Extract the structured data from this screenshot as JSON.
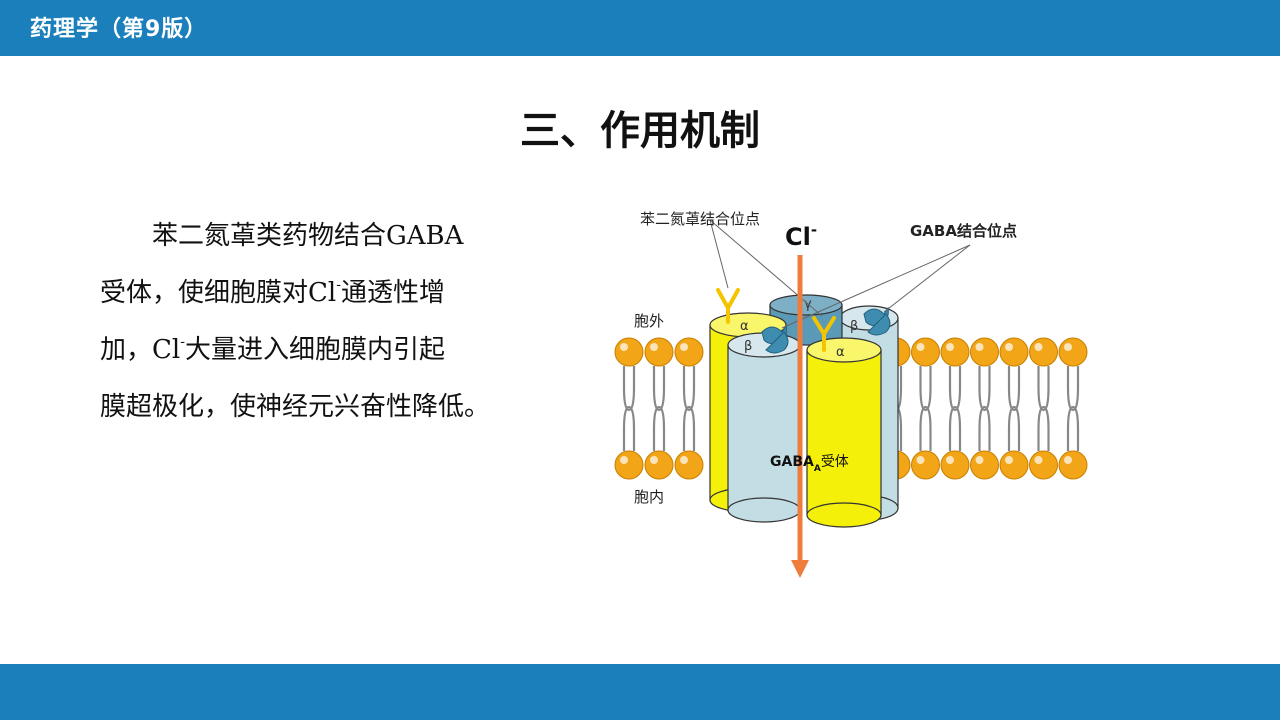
{
  "header": {
    "book_title": "药理学（第9版）"
  },
  "slide": {
    "title": "三、作用机制",
    "paragraph": {
      "line1": "苯二氮䓬类药物结合GABA",
      "line2_a": "受体，使细胞膜对Cl",
      "line2_sup": "-",
      "line2_b": "通透性增",
      "line3_a": "加，Cl",
      "line3_sup": "-",
      "line3_b": "大量进入细胞膜内引起",
      "line4": "膜超极化，使神经元兴奋性降低。"
    }
  },
  "diagram": {
    "ion_label": "Cl",
    "ion_sup": "-",
    "bzd_site_label": "苯二氮䓬结合位点",
    "gaba_site_label": "GABA结合位点",
    "outside_label": "胞外",
    "inside_label": "胞内",
    "receptor_label_main": "GABA",
    "receptor_label_sub": "A",
    "receptor_label_tail": "受体",
    "subunits": {
      "alpha": "α",
      "beta": "β",
      "gamma": "γ"
    },
    "colors": {
      "bar": "#1a7fbb",
      "lipid_head": "#f2a516",
      "yellow_subunit": "#f5f00a",
      "blue_subunit": "#c3dde4",
      "arrow": "#ee7d3b",
      "site_blue": "#3e8db0"
    }
  }
}
